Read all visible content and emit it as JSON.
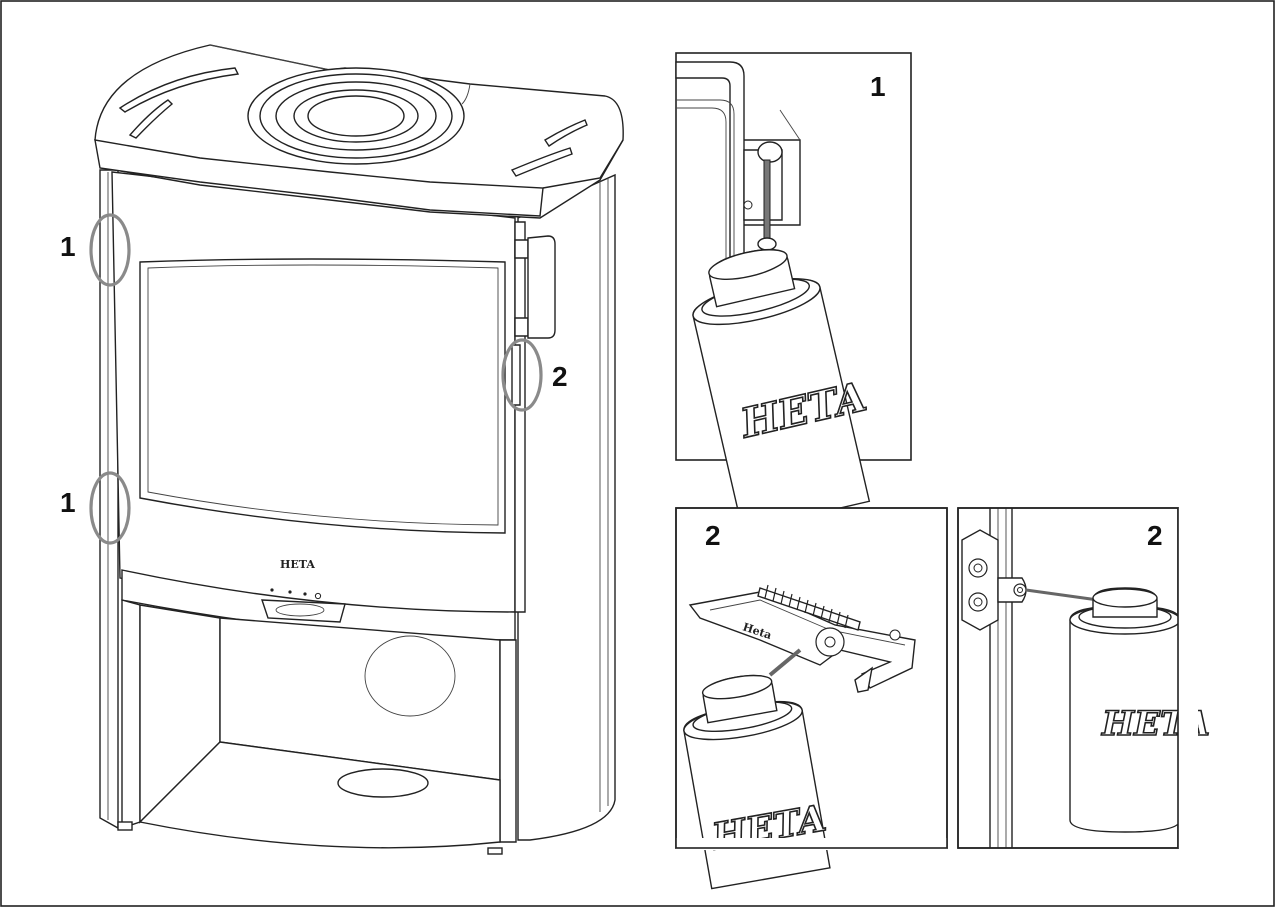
{
  "callouts": {
    "left_top": "1",
    "left_bottom": "1",
    "door_handle": "2",
    "panel_a": "1",
    "panel_b": "2",
    "panel_c": "2"
  },
  "brand": {
    "stove": "HETA",
    "can_a": "HETA",
    "can_b": "HETA",
    "can_c": "HETA",
    "hinge_part": "Heta"
  },
  "colors": {
    "line": "#222222",
    "highlight_circle": "#8a8a8a"
  }
}
